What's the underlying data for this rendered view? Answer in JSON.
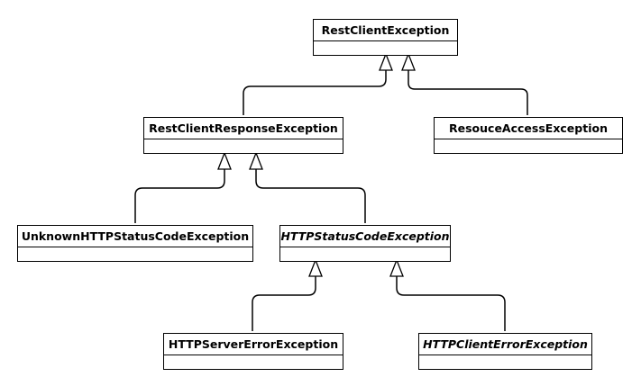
{
  "classes": {
    "rest_client_exception": {
      "name": "RestClientException",
      "abstract": false
    },
    "rest_client_response_exception": {
      "name": "RestClientResponseException",
      "abstract": false
    },
    "resouce_access_exception": {
      "name": "ResouceAccessException",
      "abstract": false
    },
    "unknown_http_status_code_exception": {
      "name": "UnknownHTTPStatusCodeException",
      "abstract": false
    },
    "http_status_code_exception": {
      "name": "HTTPStatusCodeException",
      "abstract": true
    },
    "http_server_error_exception": {
      "name": "HTTPServerErrorException",
      "abstract": false
    },
    "http_client_error_exception": {
      "name": "HTTPClientErrorException",
      "abstract": true
    }
  },
  "relations": [
    {
      "type": "generalization",
      "child": "rest_client_response_exception",
      "parent": "rest_client_exception"
    },
    {
      "type": "generalization",
      "child": "resouce_access_exception",
      "parent": "rest_client_exception"
    },
    {
      "type": "generalization",
      "child": "unknown_http_status_code_exception",
      "parent": "rest_client_response_exception"
    },
    {
      "type": "generalization",
      "child": "http_status_code_exception",
      "parent": "rest_client_response_exception"
    },
    {
      "type": "generalization",
      "child": "http_server_error_exception",
      "parent": "http_status_code_exception"
    },
    {
      "type": "generalization",
      "child": "http_client_error_exception",
      "parent": "http_status_code_exception"
    }
  ]
}
